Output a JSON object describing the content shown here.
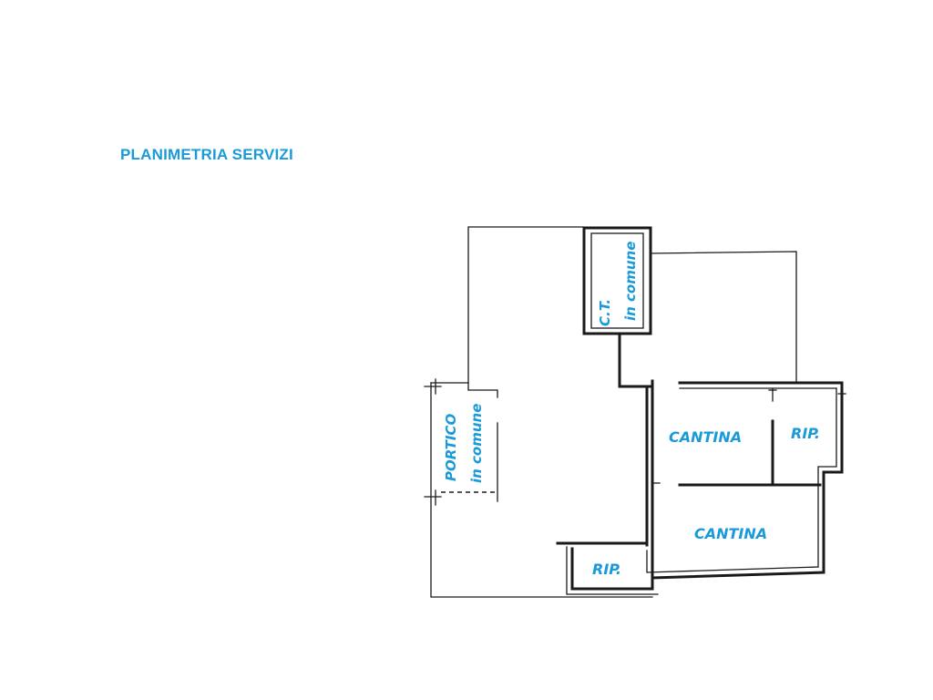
{
  "title": "PLANIMETRIA SERVIZI",
  "rooms": {
    "ct_line1": "C.T.",
    "ct_line2": "in comune",
    "portico_line1": "PORTICO",
    "portico_line2": "in comune",
    "cantina_upper": "CANTINA",
    "rip_right": "RIP.",
    "cantina_lower": "CANTINA",
    "rip_left": "RIP."
  },
  "colors": {
    "label": "#1a9ad9",
    "walls": "#1a1a1a"
  }
}
